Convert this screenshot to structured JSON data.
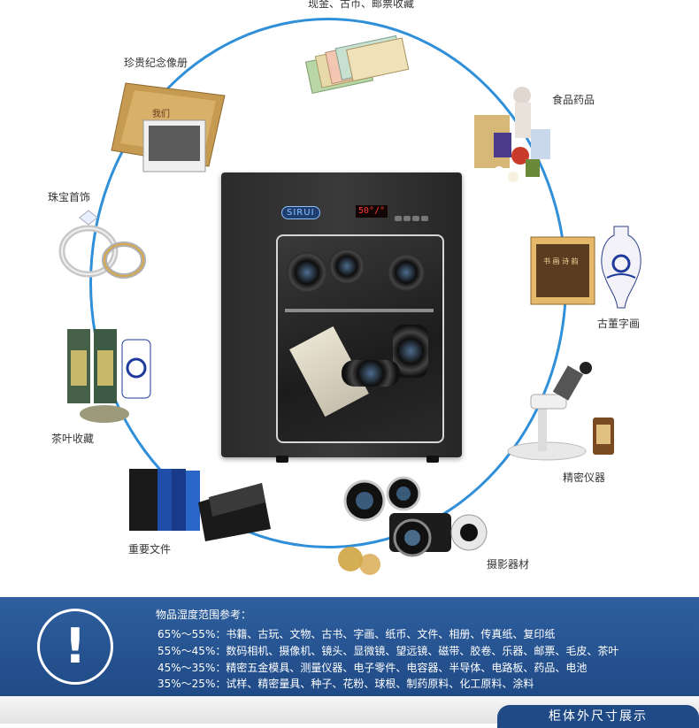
{
  "cabinet": {
    "brand": "SIRUI",
    "display": "50°/°"
  },
  "categories": [
    {
      "id": "coins",
      "label": "现金、古币、邮票收藏"
    },
    {
      "id": "album",
      "label": "珍贵纪念像册"
    },
    {
      "id": "food",
      "label": "食品药品"
    },
    {
      "id": "jewelry",
      "label": "珠宝首饰"
    },
    {
      "id": "antique",
      "label": "古董字画"
    },
    {
      "id": "tea",
      "label": "茶叶收藏"
    },
    {
      "id": "instrument",
      "label": "精密仪器"
    },
    {
      "id": "documents",
      "label": "重要文件"
    },
    {
      "id": "camera",
      "label": "摄影器材"
    }
  ],
  "reference": {
    "title": "物品湿度范围参考：",
    "rows": [
      "65%～55%：书籍、古玩、文物、古书、字画、纸币、文件、相册、传真纸、复印纸",
      "55%～45%：数码相机、摄像机、镜头、显微镜、望远镜、磁带、胶卷、乐器、邮票、毛皮、茶叶",
      "45%～35%：精密五金模具、测量仪器、电子零件、电容器、半导体、电路板、药品、电池",
      "35%～25%：试样、精密量具、种子、花粉、球根、制药原料、化工原料、涂料"
    ]
  },
  "section_tab": {
    "label": "柜体外尺寸展示"
  },
  "colors": {
    "ring": "#2f8fd8",
    "banner": "#1f4a86"
  }
}
